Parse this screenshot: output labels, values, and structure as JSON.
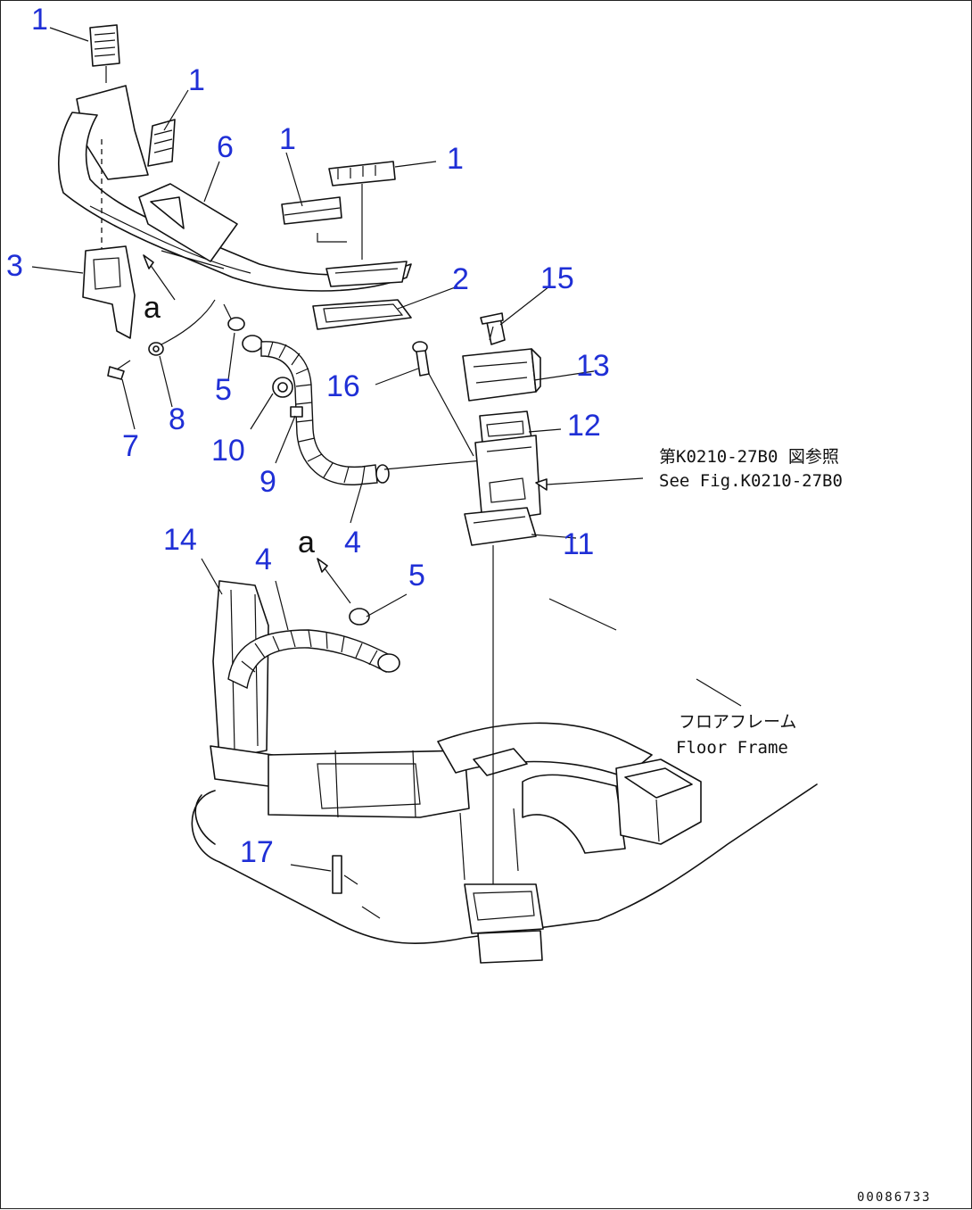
{
  "callouts": {
    "c1a": "1",
    "c1b": "1",
    "c1c": "1",
    "c1d": "1",
    "c2": "2",
    "c3": "3",
    "c4a": "4",
    "c4b": "4",
    "c5a": "5",
    "c5b": "5",
    "c6": "6",
    "c7": "7",
    "c8": "8",
    "c9": "9",
    "c10": "10",
    "c11": "11",
    "c12": "12",
    "c13": "13",
    "c14": "14",
    "c15": "15",
    "c16": "16",
    "c17": "17"
  },
  "view_letter_a1": "a",
  "view_letter_a2": "a",
  "reference_jp": "第K0210-27B0 図参照",
  "reference_en": "See Fig.K0210-27B0",
  "floor_frame_jp": "フロアフレーム",
  "floor_frame_en": "Floor Frame",
  "doc_id": "00086733",
  "colors": {
    "callout": "#1f2fd6",
    "line": "#111111"
  }
}
